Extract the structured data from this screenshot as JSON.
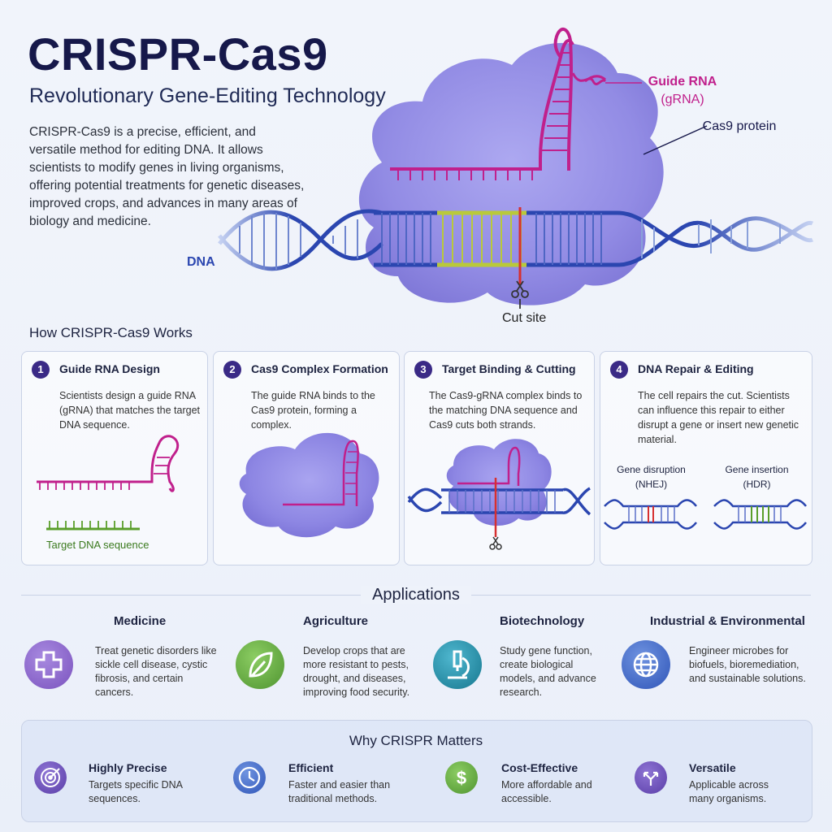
{
  "header": {
    "title": "CRISPR-Cas9",
    "subtitle": "Revolutionary Gene-Editing Technology",
    "intro": "CRISPR-Cas9 is a precise, efficient, and versatile method for editing DNA. It allows scientists to modify genes in living organisms, offering potential treatments for genetic diseases, improved crops, and advances in many areas of biology and medicine."
  },
  "hero": {
    "guide_rna_label": "Guide RNA",
    "guide_rna_sub": "(gRNA)",
    "cas9_label": "Cas9 protein",
    "dna_label": "DNA",
    "cut_label": "Cut site"
  },
  "how": {
    "heading": "How CRISPR-Cas9 Works",
    "steps": [
      {
        "num": "1",
        "title": "Guide RNA Design",
        "text": "Scientists design a guide RNA (gRNA) that matches the target DNA sequence.",
        "extra": "Target DNA sequence"
      },
      {
        "num": "2",
        "title": "Cas9 Complex Formation",
        "text": "The guide RNA binds to the Cas9 protein, forming a complex."
      },
      {
        "num": "3",
        "title": "Target Binding & Cutting",
        "text": "The Cas9-gRNA complex binds to the matching DNA sequence and Cas9 cuts both strands."
      },
      {
        "num": "4",
        "title": "DNA Repair & Editing",
        "text": "The cell repairs the cut. Scientists can influence this repair to either disrupt a gene or insert new genetic material.",
        "nhej": "Gene disruption",
        "nhej_sub": "(NHEJ)",
        "hdr": "Gene insertion",
        "hdr_sub": "(HDR)"
      }
    ]
  },
  "applications": {
    "heading": "Applications",
    "items": [
      {
        "title": "Medicine",
        "text": "Treat genetic disorders like sickle cell disease, cystic fibrosis, and certain cancers.",
        "icon": "plus-icon",
        "color": "#8a63c9"
      },
      {
        "title": "Agriculture",
        "text": "Develop crops that are more resistant to pests, drought, and diseases, improving food security.",
        "icon": "leaf-icon",
        "color": "#5ea640"
      },
      {
        "title": "Biotechnology",
        "text": "Study gene function, create biological models, and advance research.",
        "icon": "microscope-icon",
        "color": "#1f8aa6"
      },
      {
        "title": "Industrial & Environmental",
        "text": "Engineer microbes for biofuels, bioremediation, and sustainable solutions.",
        "icon": "globe-icon",
        "color": "#3a62c4"
      }
    ]
  },
  "why": {
    "heading": "Why CRISPR Matters",
    "items": [
      {
        "title": "Highly Precise",
        "text": "Targets specific DNA sequences.",
        "icon": "target-icon",
        "color": "#6a4bb5"
      },
      {
        "title": "Efficient",
        "text": "Faster and easier than traditional methods.",
        "icon": "clock-icon",
        "color": "#3a62c4"
      },
      {
        "title": "Cost-Effective",
        "text": "More affordable and accessible.",
        "icon": "dollar-icon",
        "color": "#5ea640"
      },
      {
        "title": "Versatile",
        "text": "Applicable across many organisms.",
        "icon": "arrows-icon",
        "color": "#6a4bb5"
      }
    ]
  },
  "colors": {
    "grna": "#c0208c",
    "dna": "#2b46b0",
    "target": "#5a9e2a",
    "cut": "#d63030",
    "cas9": "#8a84e0"
  }
}
